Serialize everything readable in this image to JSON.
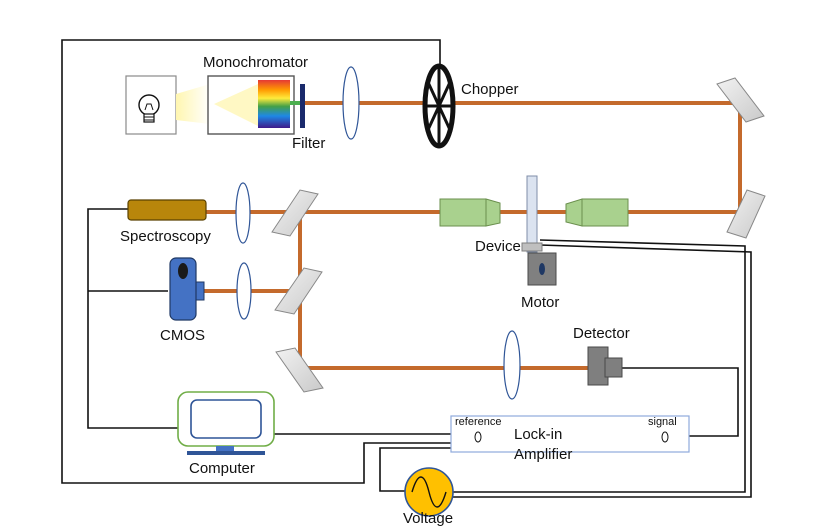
{
  "labels": {
    "monochromator": "Monochromator",
    "chopper": "Chopper",
    "filter": "Filter",
    "spectroscopy": "Spectroscopy",
    "device": "Device",
    "motor": "Motor",
    "cmos": "CMOS",
    "detector": "Detector",
    "reference": "reference",
    "lockin_line1": "Lock-in",
    "lockin_line2": "Amplifier",
    "signal": "signal",
    "computer": "Computer",
    "voltage": "Voltage"
  },
  "colors": {
    "beam": "#c46a2c",
    "spectroscopy_fill": "#b8860b",
    "objective_fill": "#a9d18e",
    "cmos_fill": "#4472c4",
    "computer_frame": "#70ad47",
    "voltage_fill": "#ffc000"
  },
  "icons": {
    "lamp": "light-bulb-icon",
    "chopper": "chopper-wheel-icon",
    "voltage": "ac-source-icon"
  }
}
